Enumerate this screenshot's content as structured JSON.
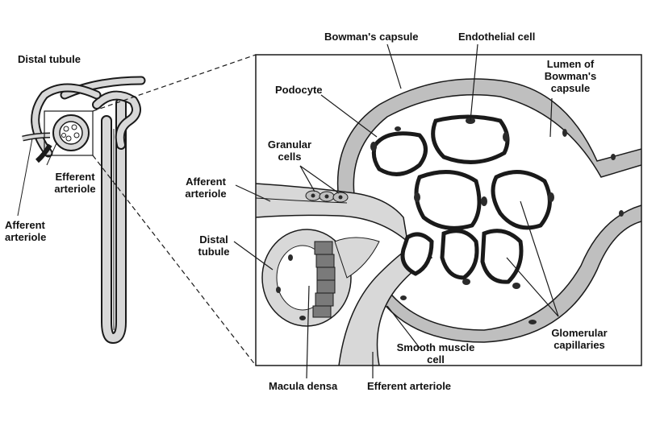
{
  "labels": {
    "distal_tubule_top": "Distal tubule",
    "efferent_arteriole_left_1": "Efferent",
    "efferent_arteriole_left_2": "arteriole",
    "afferent_arteriole_left_1": "Afferent",
    "afferent_arteriole_left_2": "arteriole",
    "bowmans_capsule": "Bowman's capsule",
    "endothelial_cell": "Endothelial cell",
    "lumen_1": "Lumen of",
    "lumen_2": "Bowman's",
    "lumen_3": "capsule",
    "podocyte": "Podocyte",
    "granular_1": "Granular",
    "granular_2": "cells",
    "afferent_inset_1": "Afferent",
    "afferent_inset_2": "arteriole",
    "distal_inset_1": "Distal",
    "distal_inset_2": "tubule",
    "glomerular_1": "Glomerular",
    "glomerular_2": "capillaries",
    "smooth_1": "Smooth muscle",
    "smooth_2": "cell",
    "macula_densa": "Macula densa",
    "efferent_bottom": "Efferent arteriole"
  },
  "colors": {
    "tissue": "#d8d8d8",
    "wall": "#bfbfbf",
    "outline": "#1a1a1a",
    "nucleus": "#2b2b2b",
    "macula": "#7a7a7a"
  }
}
